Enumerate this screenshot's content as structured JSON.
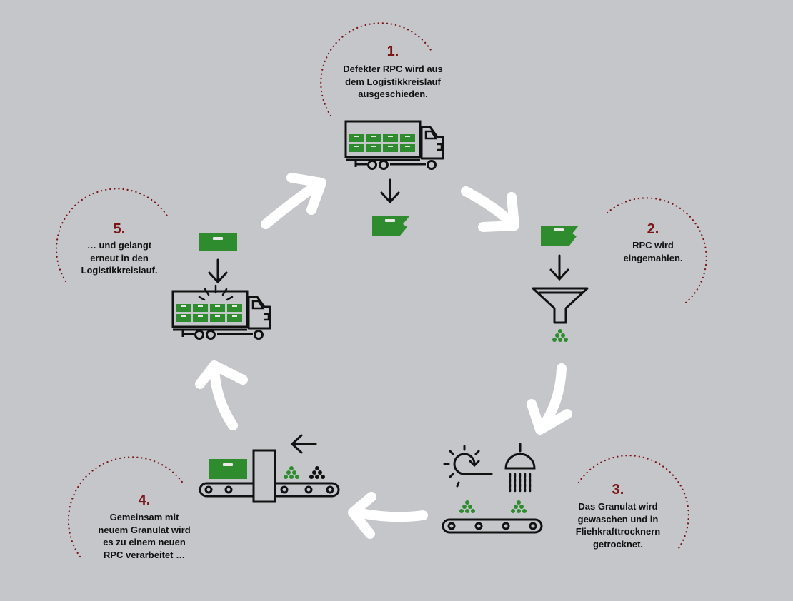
{
  "colors": {
    "background": "#c4c6ca",
    "accent_number": "#7a1416",
    "crate_green": "#2e8b2e",
    "icon_black": "#111111",
    "flow_arrow": "#ffffff"
  },
  "steps": [
    {
      "number": "1.",
      "text": "Defekter RPC wird aus\ndem Logistikkreislauf\nausgeschieden."
    },
    {
      "number": "2.",
      "text": "RPC wird\neingemahlen."
    },
    {
      "number": "3.",
      "text": "Das Granulat wird\ngewaschen und in\nFliehkrafttrocknern\ngetrocknet."
    },
    {
      "number": "4.",
      "text": "Gemeinsam mit\nneuem Granulat wird\nes zu einem neuen\nRPC verarbeitet …"
    },
    {
      "number": "5.",
      "text": "… und gelangt\nerneut in den\nLogistikkreislauf."
    }
  ],
  "icons": [
    "truck-icon",
    "broken-crate-icon",
    "funnel-icon",
    "granulate-icon",
    "sun-dryer-icon",
    "shower-icon",
    "conveyor-icon",
    "injection-press-icon",
    "crate-icon"
  ]
}
